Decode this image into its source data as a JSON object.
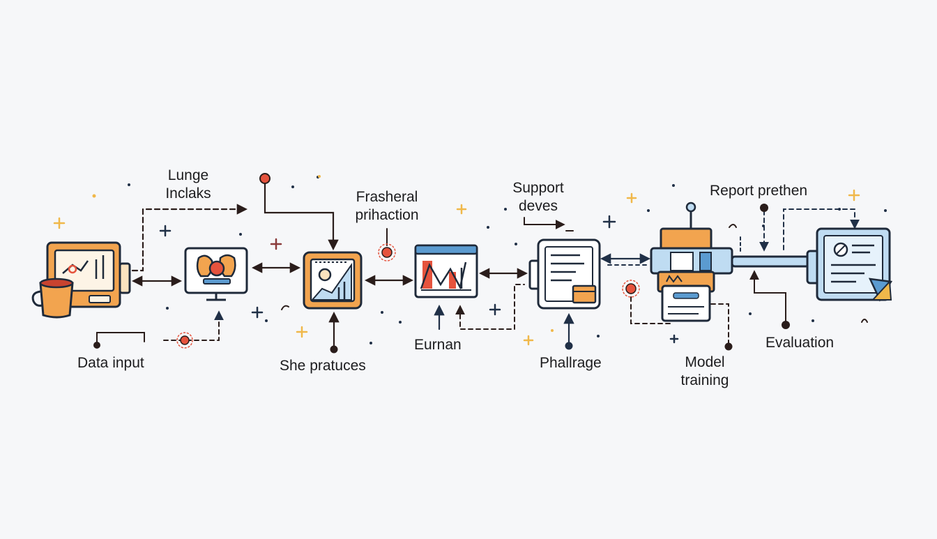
{
  "diagram": {
    "colors": {
      "ink": "#2a1d1b",
      "stroke": "#1f2a3a",
      "orange": "#f2a44f",
      "cream": "#fbe3bf",
      "blue": "#bfdcf2",
      "blue_dark": "#5b9bd0",
      "red": "#e5533d",
      "navy": "#203047",
      "gold": "#f0b84a"
    },
    "labels": {
      "data_input": "Data input",
      "lunge_1": "Lunge",
      "lunge_2": "Inclaks",
      "she_pratuces": "She pratuces",
      "frasheral_1": "Frasheral",
      "frasheral_2": "prihaction",
      "eurnan": "Eurnan",
      "support_1": "Support",
      "support_2": "deves",
      "phallrage": "Phallrage",
      "model_1": "Model",
      "model_2": "training",
      "report": "Report prethen",
      "evaluation": "Evaluation"
    },
    "nodes": [
      {
        "id": "data-input",
        "icon": "monitor-mug-icon"
      },
      {
        "id": "lunge",
        "icon": "monitor-bulb-icon"
      },
      {
        "id": "she-pratuces",
        "icon": "chart-card-icon"
      },
      {
        "id": "frasheral",
        "icon": "browser-chart-icon"
      },
      {
        "id": "phallrage",
        "icon": "document-box-icon"
      },
      {
        "id": "model-training",
        "icon": "machine-icon"
      },
      {
        "id": "evaluation",
        "icon": "report-screen-icon"
      }
    ]
  }
}
